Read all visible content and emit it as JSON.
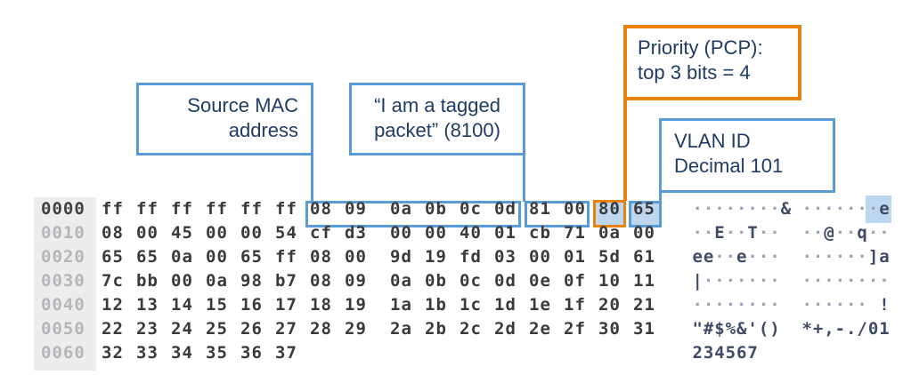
{
  "colors": {
    "blue": "#5b9bd5",
    "light_blue_fill": "#bdd7ee",
    "orange": "#e8820d",
    "navy_text": "#1f3c64",
    "hex_text": "#3a3a3a",
    "offset_dim": "#b5b6ba",
    "offset_bg": "#ededee"
  },
  "callouts": {
    "source_mac": {
      "line1": "Source MAC",
      "line2": "address"
    },
    "tagged_packet": {
      "line1": "“I am a tagged",
      "line2": "packet” (8100)"
    },
    "priority": {
      "line1": "Priority (PCP):",
      "line2": "top 3 bits = 4"
    },
    "vlan_id": {
      "line1": "VLAN ID",
      "line2": "Decimal 101"
    }
  },
  "hexdump": {
    "rows": [
      {
        "offset": "0000",
        "offset_dim": false,
        "bytes": [
          "ff",
          "ff",
          "ff",
          "ff",
          "ff",
          "ff",
          "08",
          "09",
          "0a",
          "0b",
          "0c",
          "0d",
          "81",
          "00",
          "80",
          "65"
        ],
        "ascii1": [
          {
            "t": "········&"
          }
        ],
        "ascii2": [
          {
            "t": "······"
          },
          {
            "t": "·e",
            "hl": true
          }
        ]
      },
      {
        "offset": "0010",
        "offset_dim": true,
        "bytes": [
          "08",
          "00",
          "45",
          "00",
          "00",
          "54",
          "cf",
          "d3",
          "00",
          "00",
          "40",
          "01",
          "cb",
          "71",
          "0a",
          "00"
        ],
        "ascii1": [
          {
            "t": "··E··T··"
          }
        ],
        "ascii2": [
          {
            "t": "··@··q··"
          }
        ]
      },
      {
        "offset": "0020",
        "offset_dim": true,
        "bytes": [
          "65",
          "65",
          "0a",
          "00",
          "65",
          "ff",
          "08",
          "00",
          "9d",
          "19",
          "fd",
          "03",
          "00",
          "01",
          "5d",
          "61"
        ],
        "ascii1": [
          {
            "t": "ee··e···"
          }
        ],
        "ascii2": [
          {
            "t": "······]a"
          }
        ]
      },
      {
        "offset": "0030",
        "offset_dim": true,
        "bytes": [
          "7c",
          "bb",
          "00",
          "0a",
          "98",
          "b7",
          "08",
          "09",
          "0a",
          "0b",
          "0c",
          "0d",
          "0e",
          "0f",
          "10",
          "11"
        ],
        "ascii1": [
          {
            "t": "|·······"
          }
        ],
        "ascii2": [
          {
            "t": "········"
          }
        ]
      },
      {
        "offset": "0040",
        "offset_dim": true,
        "bytes": [
          "12",
          "13",
          "14",
          "15",
          "16",
          "17",
          "18",
          "19",
          "1a",
          "1b",
          "1c",
          "1d",
          "1e",
          "1f",
          "20",
          "21"
        ],
        "ascii1": [
          {
            "t": "········"
          }
        ],
        "ascii2": [
          {
            "t": "······ !"
          }
        ]
      },
      {
        "offset": "0050",
        "offset_dim": true,
        "bytes": [
          "22",
          "23",
          "24",
          "25",
          "26",
          "27",
          "28",
          "29",
          "2a",
          "2b",
          "2c",
          "2d",
          "2e",
          "2f",
          "30",
          "31"
        ],
        "ascii1": [
          {
            "t": "\"#$%&'()"
          }
        ],
        "ascii2": [
          {
            "t": "*+,-./01"
          }
        ]
      },
      {
        "offset": "0060",
        "offset_dim": true,
        "bytes": [
          "32",
          "33",
          "34",
          "35",
          "36",
          "37"
        ],
        "ascii1": [
          {
            "t": "234567"
          }
        ],
        "ascii2": []
      }
    ]
  }
}
